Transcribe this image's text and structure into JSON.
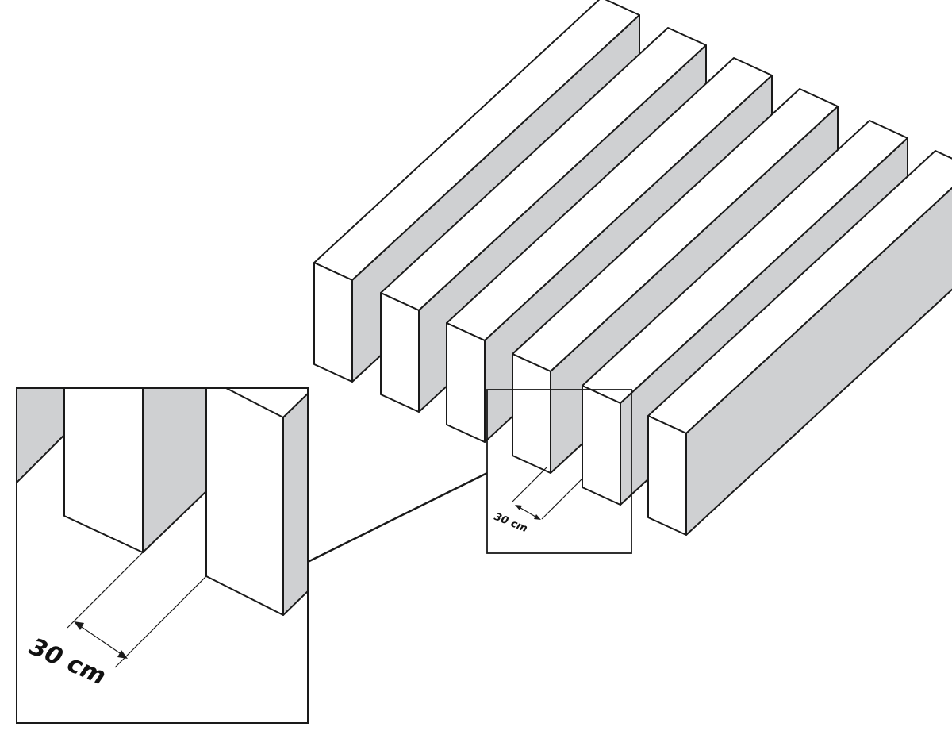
{
  "diagram": {
    "title": "",
    "board_count": 6,
    "gap_label": "30 cm",
    "gap_label_zoomed": "30 cm",
    "colors": {
      "top_face": "#ffffff",
      "front_face": "#ffffff",
      "side_face": "#cfd0d2",
      "outline": "#1a1a1a"
    }
  }
}
